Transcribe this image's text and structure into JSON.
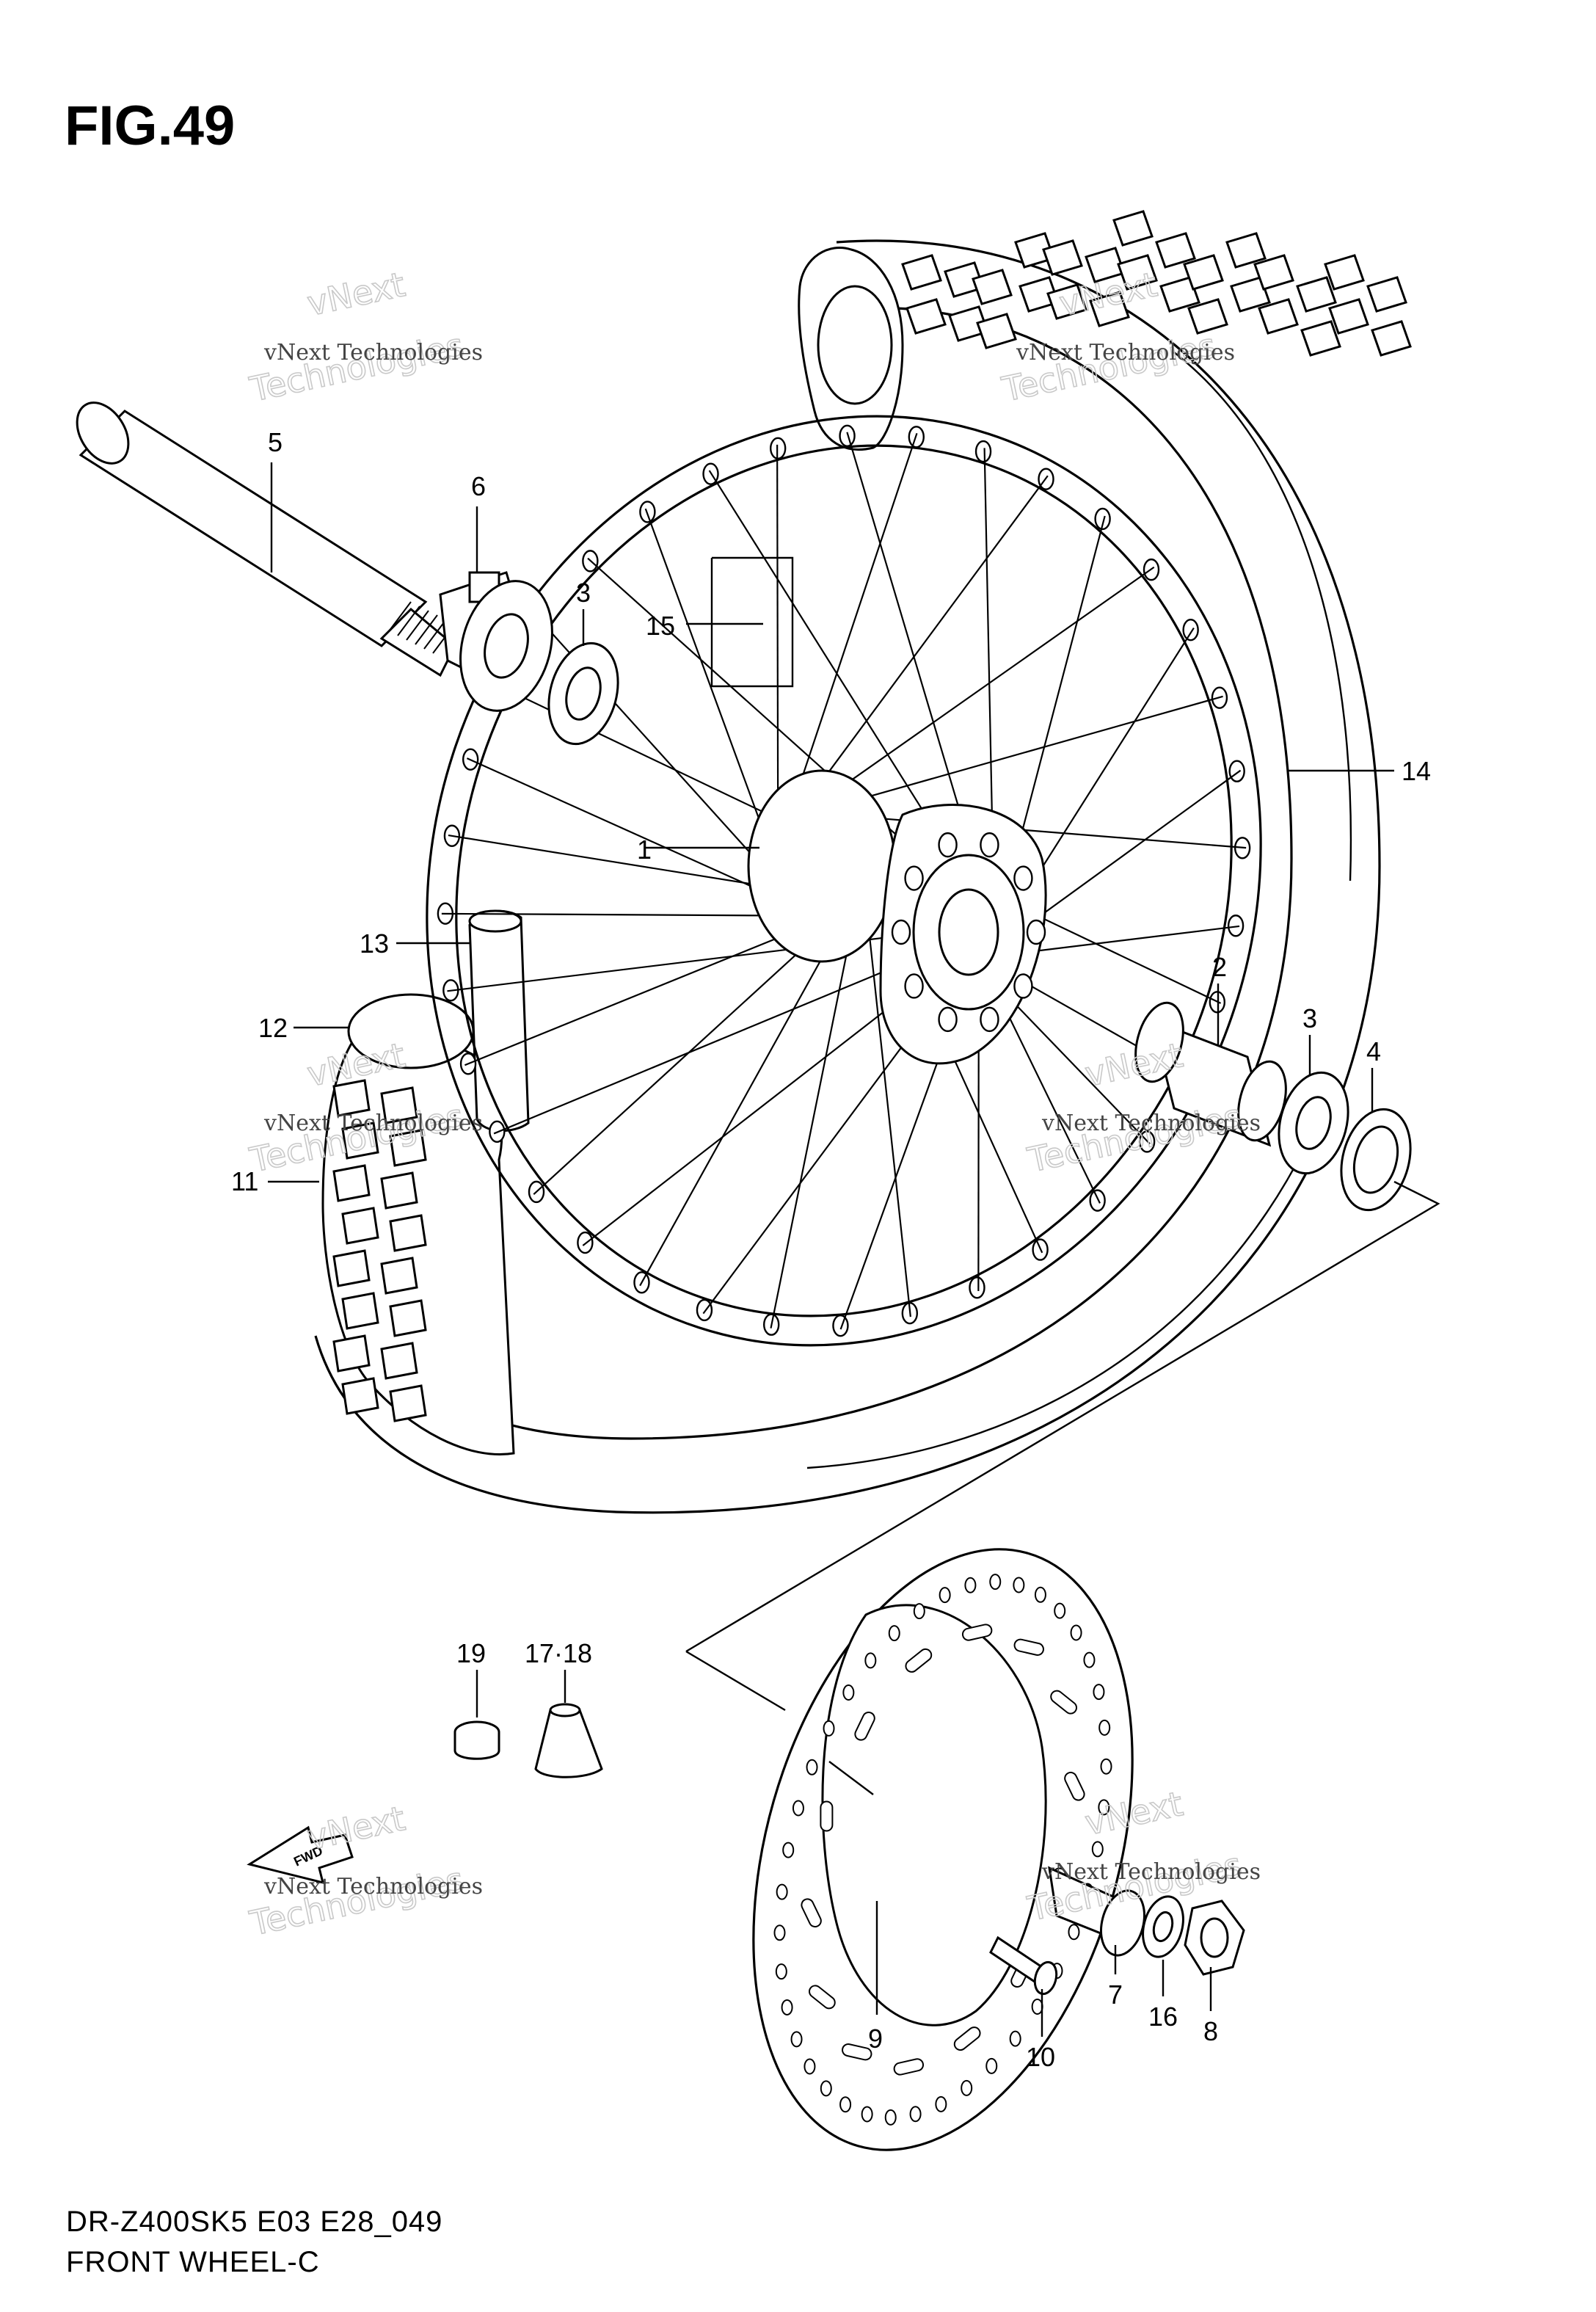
{
  "figure": {
    "title": "FIG.49",
    "footer_line1": "DR-Z400SK5 E03 E28_049",
    "footer_line2": "FRONT WHEEL-C",
    "fwd_label": "FWD"
  },
  "watermark": {
    "line": "vNext Technologies",
    "top": "vNext",
    "bottom": "Technologies"
  },
  "callouts": [
    {
      "id": "1",
      "text": "1"
    },
    {
      "id": "2",
      "text": "2"
    },
    {
      "id": "3a",
      "text": "3"
    },
    {
      "id": "3b",
      "text": "3"
    },
    {
      "id": "4",
      "text": "4"
    },
    {
      "id": "5",
      "text": "5"
    },
    {
      "id": "6",
      "text": "6"
    },
    {
      "id": "7",
      "text": "7"
    },
    {
      "id": "8",
      "text": "8"
    },
    {
      "id": "9",
      "text": "9"
    },
    {
      "id": "10",
      "text": "10"
    },
    {
      "id": "11",
      "text": "11"
    },
    {
      "id": "12",
      "text": "12"
    },
    {
      "id": "13",
      "text": "13"
    },
    {
      "id": "14",
      "text": "14"
    },
    {
      "id": "15",
      "text": "15"
    },
    {
      "id": "16",
      "text": "16"
    },
    {
      "id": "17-18",
      "text": "17·18"
    },
    {
      "id": "19",
      "text": "19"
    }
  ]
}
